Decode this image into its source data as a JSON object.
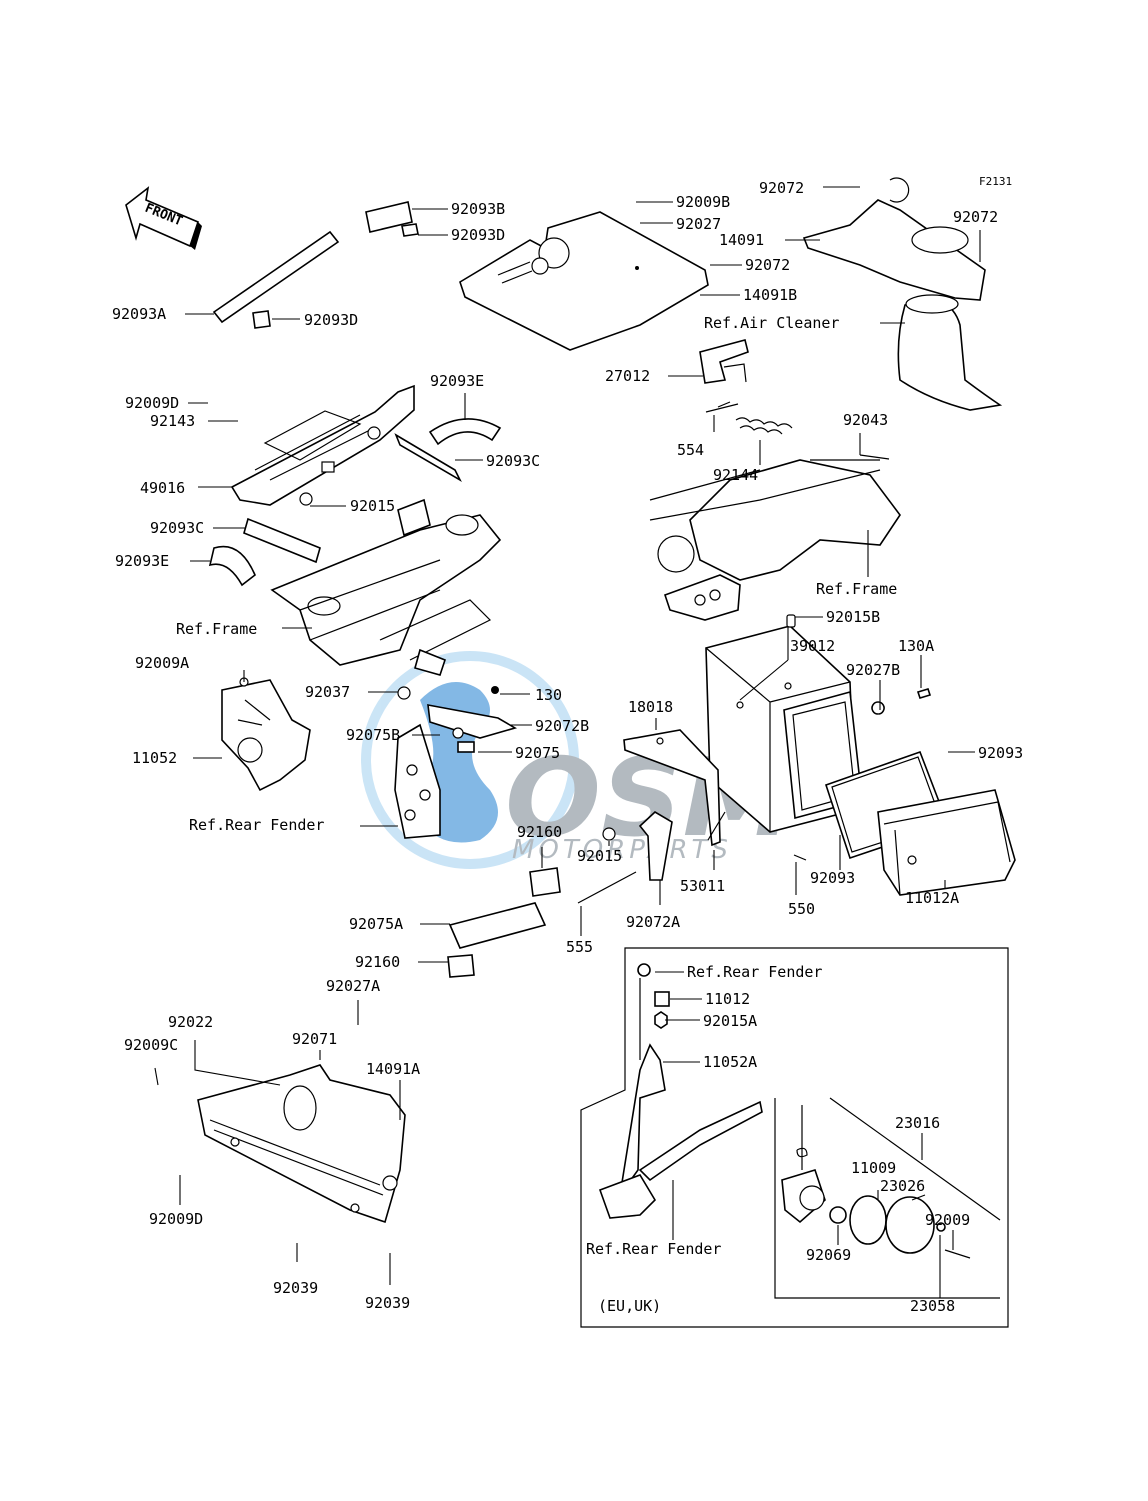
{
  "figure_code": "F2131",
  "direction_label": "FRONT",
  "watermark": {
    "logo_text": "OSM",
    "sub_text": "MOTORPARTS",
    "colors": {
      "blue": "#3d8fd6",
      "light_blue": "#b9dcf3",
      "grey": "#9aa3ab"
    }
  },
  "inset_note": "(EU,UK)",
  "labels": [
    {
      "id": "l1",
      "text": "92072"
    },
    {
      "id": "l2",
      "text": "92009B"
    },
    {
      "id": "l3",
      "text": "92027"
    },
    {
      "id": "l4",
      "text": "92072"
    },
    {
      "id": "l5",
      "text": "14091"
    },
    {
      "id": "l6",
      "text": "92072"
    },
    {
      "id": "l7",
      "text": "14091B"
    },
    {
      "id": "l8",
      "text": "Ref.Air Cleaner"
    },
    {
      "id": "l9",
      "text": "27012"
    },
    {
      "id": "l10",
      "text": "554"
    },
    {
      "id": "l11",
      "text": "92144"
    },
    {
      "id": "l12",
      "text": "92043"
    },
    {
      "id": "l13",
      "text": "Ref.Frame"
    },
    {
      "id": "l14",
      "text": "92093B"
    },
    {
      "id": "l15",
      "text": "92093D"
    },
    {
      "id": "l16",
      "text": "92093A"
    },
    {
      "id": "l17",
      "text": "92093D"
    },
    {
      "id": "l18",
      "text": "92093E"
    },
    {
      "id": "l19",
      "text": "92009D"
    },
    {
      "id": "l20",
      "text": "92143"
    },
    {
      "id": "l21",
      "text": "92093C"
    },
    {
      "id": "l22",
      "text": "49016"
    },
    {
      "id": "l23",
      "text": "92015"
    },
    {
      "id": "l24",
      "text": "92093C"
    },
    {
      "id": "l25",
      "text": "92093E"
    },
    {
      "id": "l26",
      "text": "Ref.Frame"
    },
    {
      "id": "l27",
      "text": "92009A"
    },
    {
      "id": "l28",
      "text": "92037"
    },
    {
      "id": "l29",
      "text": "130"
    },
    {
      "id": "l30",
      "text": "92072B"
    },
    {
      "id": "l31",
      "text": "92075B"
    },
    {
      "id": "l32",
      "text": "92075"
    },
    {
      "id": "l33",
      "text": "11052"
    },
    {
      "id": "l34",
      "text": "Ref.Rear Fender"
    },
    {
      "id": "l35",
      "text": "18018"
    },
    {
      "id": "l36",
      "text": "92015B"
    },
    {
      "id": "l37",
      "text": "39012"
    },
    {
      "id": "l38",
      "text": "92027B"
    },
    {
      "id": "l39",
      "text": "130A"
    },
    {
      "id": "l40",
      "text": "92093"
    },
    {
      "id": "l41",
      "text": "92160"
    },
    {
      "id": "l42",
      "text": "92015"
    },
    {
      "id": "l43",
      "text": "53011"
    },
    {
      "id": "l44",
      "text": "92093"
    },
    {
      "id": "l45",
      "text": "11012A"
    },
    {
      "id": "l46",
      "text": "550"
    },
    {
      "id": "l47",
      "text": "92072A"
    },
    {
      "id": "l48",
      "text": "555"
    },
    {
      "id": "l49",
      "text": "92075A"
    },
    {
      "id": "l50",
      "text": "92160"
    },
    {
      "id": "l51",
      "text": "92027A"
    },
    {
      "id": "l52",
      "text": "92071"
    },
    {
      "id": "l53",
      "text": "92022"
    },
    {
      "id": "l54",
      "text": "92009C"
    },
    {
      "id": "l55",
      "text": "14091A"
    },
    {
      "id": "l56",
      "text": "92009D"
    },
    {
      "id": "l57",
      "text": "92039"
    },
    {
      "id": "l58",
      "text": "92039"
    },
    {
      "id": "l59",
      "text": "Ref.Rear Fender"
    },
    {
      "id": "l60",
      "text": "11012"
    },
    {
      "id": "l61",
      "text": "92015A"
    },
    {
      "id": "l62",
      "text": "11052A"
    },
    {
      "id": "l63",
      "text": "23016"
    },
    {
      "id": "l64",
      "text": "11009"
    },
    {
      "id": "l65",
      "text": "23026"
    },
    {
      "id": "l66",
      "text": "92009"
    },
    {
      "id": "l67",
      "text": "92069"
    },
    {
      "id": "l68",
      "text": "Ref.Rear Fender"
    },
    {
      "id": "l69",
      "text": "23058"
    }
  ]
}
